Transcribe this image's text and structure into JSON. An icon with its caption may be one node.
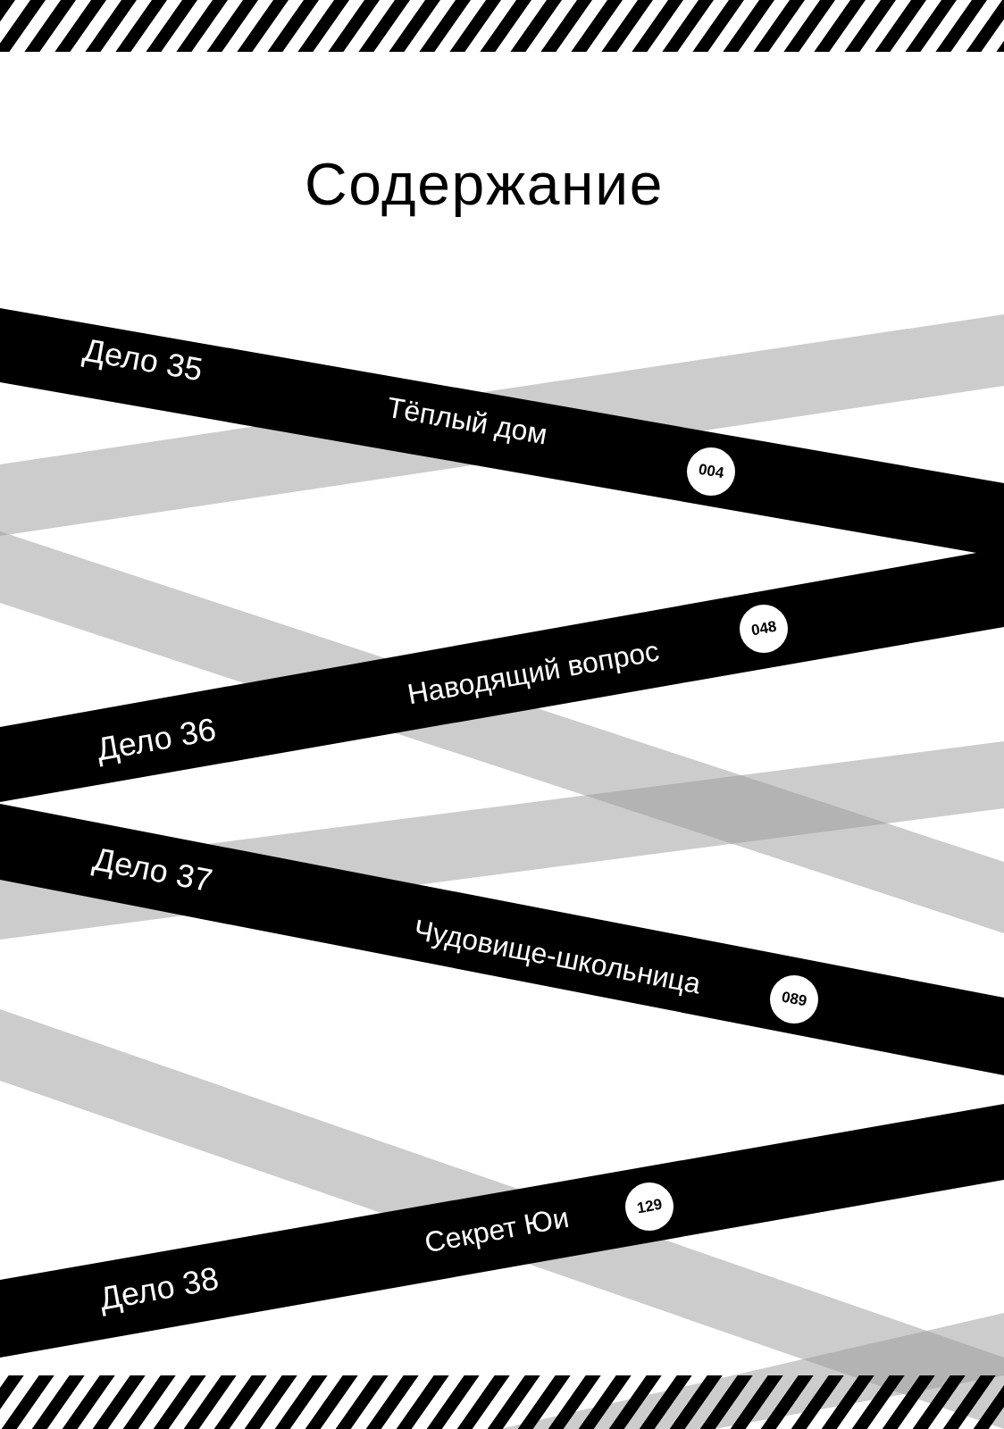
{
  "diagram": {
    "title": "Содержание",
    "nodes": [
      {
        "text": [
          "Дело 35",
          "Тёплый дом"
        ]
      },
      {
        "text": [
          "004"
        ],
        "in": 0
      },
      {
        "text": [
          "Дело 36",
          "Наводящий вопрос"
        ]
      },
      {
        "text": [
          "048"
        ],
        "in": 2
      },
      {
        "text": [
          "Дело 37",
          "Чудовище-школьница"
        ]
      },
      {
        "text": [
          "089"
        ],
        "in": 4
      },
      {
        "text": [
          "Дело 38",
          "Секрет Юи"
        ]
      },
      {
        "text": [
          "129"
        ],
        "in": 6
      }
    ]
  }
}
